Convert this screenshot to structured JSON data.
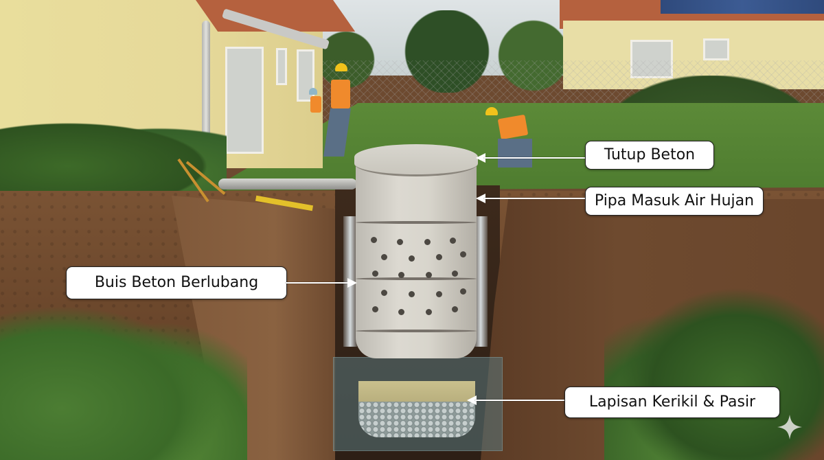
{
  "figure": {
    "subject": "Sumur resapan (infiltration well) cross-section illustration",
    "labels": [
      {
        "id": "lid",
        "text": "Tutup Beton",
        "arrow_direction": "left"
      },
      {
        "id": "inlet",
        "text": "Pipa Masuk Air Hujan",
        "arrow_direction": "left"
      },
      {
        "id": "perforated",
        "text": "Buis Beton Berlubang",
        "arrow_direction": "right"
      },
      {
        "id": "filter",
        "text": "Lapisan Kerikil & Pasir",
        "arrow_direction": "left"
      }
    ],
    "watermark_icon": "sparkle-icon"
  },
  "colors": {
    "label_bg": "#ffffff",
    "label_border": "#222222",
    "label_text": "#111111",
    "arrow": "#ffffff",
    "soil": "#6a462b",
    "lawn": "#5c8a38",
    "concrete": "#d8d5cc",
    "house_wall": "#e9de9c",
    "roof": "#b5613e",
    "helmet": "#f1c21b",
    "vest": "#f08a2c"
  }
}
